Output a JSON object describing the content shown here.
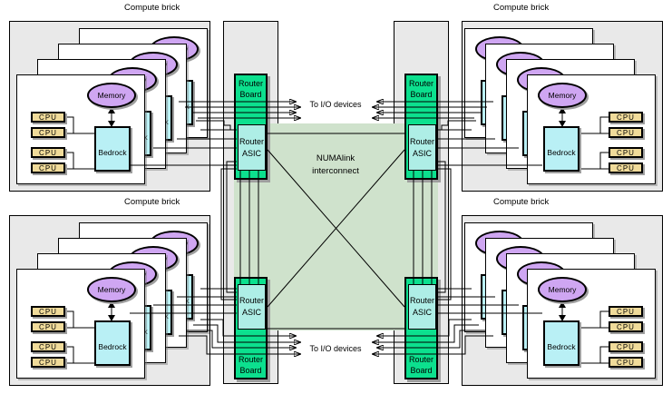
{
  "labels": {
    "memory": "Memory",
    "bedrock": "Bedrock",
    "cpu": "CPU",
    "router_board_l1": "Router",
    "router_board_l2": "Board",
    "router_asic_l1": "Router",
    "router_asic_l2": "ASIC",
    "numalink_l1": "NUMAlink",
    "numalink_l2": "interconnect",
    "io_devices": "To I/O devices"
  },
  "bricks": [
    {
      "id": "top-left",
      "label": "Compute brick"
    },
    {
      "id": "top-right",
      "label": "Compute brick"
    },
    {
      "id": "bottom-left",
      "label": "Compute brick"
    },
    {
      "id": "bottom-right",
      "label": "Compute brick"
    }
  ],
  "colors": {
    "brick_fill": "#e9e9e9",
    "board_fill": "#ffffff",
    "cpu_fill": "#f0db9a",
    "bedrock_fill": "#b9f0f5",
    "asic_fill": "#aeeee6",
    "memory_fill": "#cfa6f2",
    "router_green": "#0ce08e",
    "interconnect_fill": "#cfe2cc",
    "shadow": "#9e9e9e"
  }
}
